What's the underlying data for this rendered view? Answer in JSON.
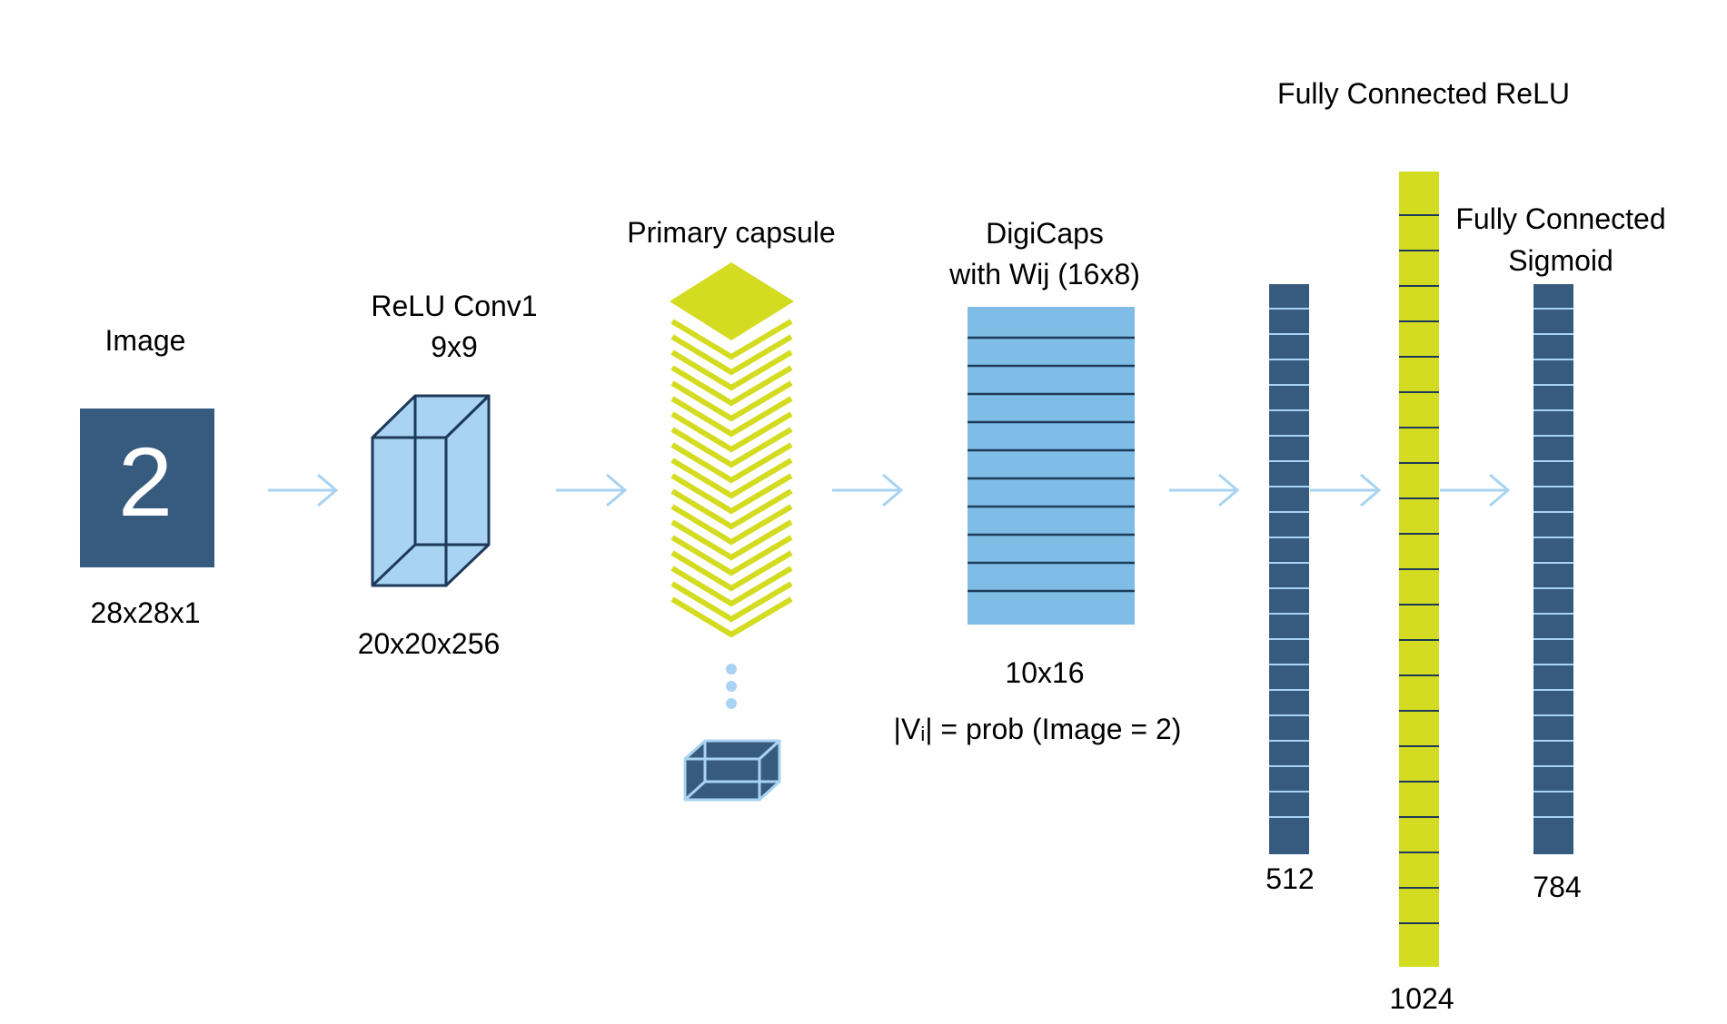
{
  "colors": {
    "dark_blue": "#375b7e",
    "light_blue": "#7fbde6",
    "pale_blue": "#a8d3f2",
    "arrow_blue": "#a8d3f2",
    "yellow_green": "#d4dc21",
    "outline_navy": "#1e3a5a",
    "text": "#000000"
  },
  "stages": {
    "image": {
      "title": "Image",
      "glyph": "2",
      "size": "28x28x1"
    },
    "conv1": {
      "title_line1": "ReLU Conv1",
      "title_line2": "9x9",
      "size": "20x20x256"
    },
    "primary": {
      "title": "Primary capsule",
      "icons": [
        "chevron-stack-icon",
        "ellipsis-dots-icon",
        "cuboid-icon"
      ]
    },
    "digicaps": {
      "title_line1": "DigiCaps",
      "title_line2": "with Wij (16x8)",
      "size": "10x16",
      "formula": "|Vᵢ| = prob (Image = 2)"
    },
    "fc_relu_title": "Fully Connected ReLU",
    "fc512": {
      "size": "512"
    },
    "fc1024": {
      "size": "1024"
    },
    "fc_sigmoid": {
      "title_line1": "Fully Connected",
      "title_line2": "Sigmoid",
      "size": "784"
    }
  }
}
